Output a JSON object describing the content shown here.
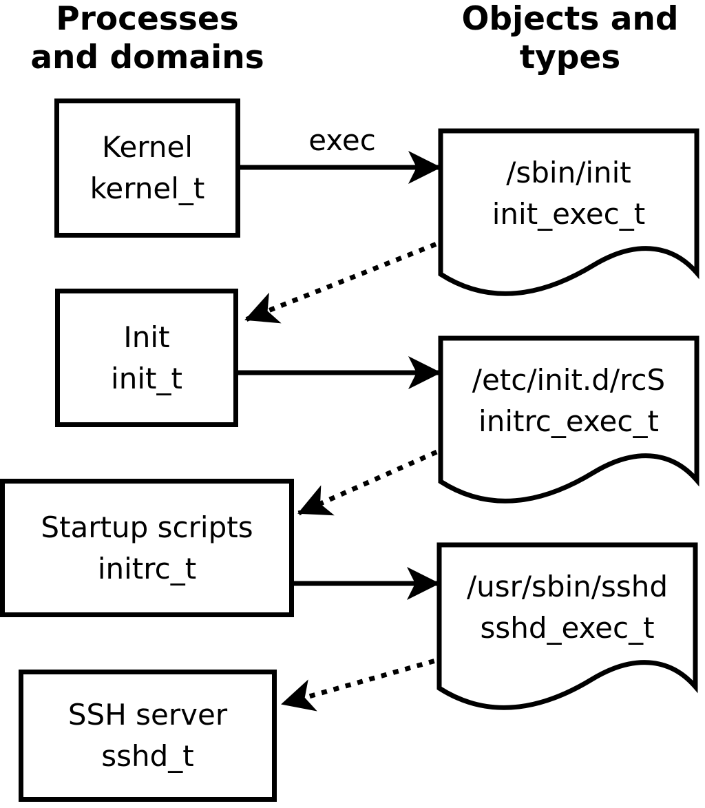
{
  "headers": {
    "left": {
      "line1": "Processes",
      "line2": "and domains"
    },
    "right": {
      "line1": "Objects and",
      "line2": "types"
    }
  },
  "processes": [
    {
      "name": "Kernel",
      "type": "kernel_t"
    },
    {
      "name": "Init",
      "type": "init_t"
    },
    {
      "name": "Startup scripts",
      "type": "initrc_t"
    },
    {
      "name": "SSH server",
      "type": "sshd_t"
    }
  ],
  "objects": [
    {
      "path": "/sbin/init",
      "type": "init_exec_t"
    },
    {
      "path": "/etc/init.d/rcS",
      "type": "initrc_exec_t"
    },
    {
      "path": "/usr/sbin/sshd",
      "type": "sshd_exec_t"
    }
  ],
  "labels": {
    "exec": "exec"
  },
  "colors": {
    "foreground": "#000000",
    "background": "#ffffff"
  }
}
